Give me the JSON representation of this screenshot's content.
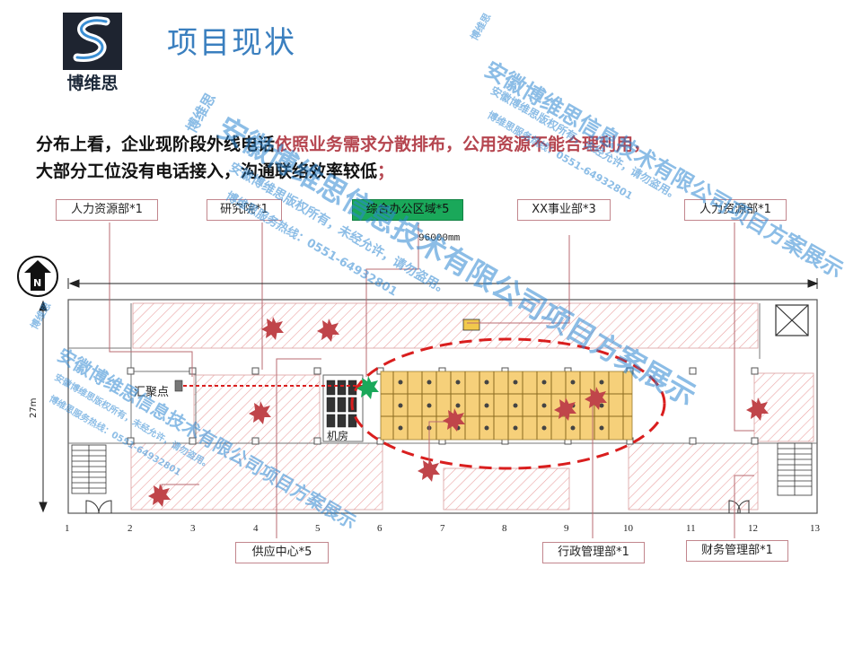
{
  "header": {
    "logo_text": "博维思",
    "title": "项目现状"
  },
  "description": {
    "part1": "分布上看，企业现阶段外线电话",
    "part2_highlight": "依照业务需求分散排布，公用资源不能合理利用，",
    "part3": "大部分工位没有电话接入，沟通联络效率较低",
    "part4_highlight": "；"
  },
  "labels": {
    "hr_left": "人力资源部*1",
    "research": "研究院*1",
    "office_zone": "综合办公区域*5",
    "xx_business": "XX事业部*3",
    "hr_right": "人力资源部*1",
    "supply": "供应中心*5",
    "admin": "行政管理部*1",
    "finance": "财务管理部*1"
  },
  "plan": {
    "width_dimension": "96000mm",
    "height_dimension": "27m",
    "aggregation_point": "汇聚点",
    "machine_room": "机房",
    "north": "N",
    "axis_numbers": [
      "1",
      "2",
      "3",
      "4",
      "5",
      "6",
      "7",
      "8",
      "9",
      "10",
      "11",
      "12",
      "13"
    ]
  },
  "watermark": {
    "company": "安徽博维思信息技术有限公司项目方案展示",
    "copyright": "安徽博维思版权所有，未经允许，请勿盗用。",
    "hotline": "博维思服务热线：0551-64932801",
    "logo_text": "博维思"
  },
  "colors": {
    "title_blue": "#3a7fbf",
    "highlight_red": "#b5454f",
    "phone_star": "#c0454a",
    "dashed_red": "#d91e1e",
    "green_marker": "#1aa85a",
    "hatch_red": "#e8a0a0"
  }
}
